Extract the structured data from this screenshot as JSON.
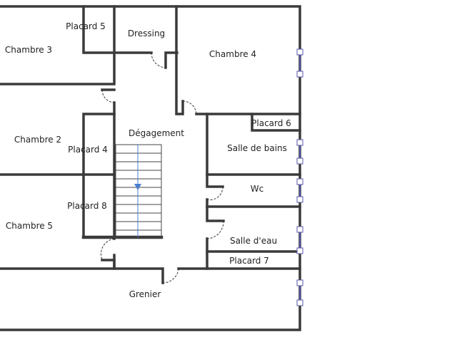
{
  "plan": {
    "rooms": {
      "chambre3": "Chambre 3",
      "placard5": "Placard 5",
      "dressing": "Dressing",
      "chambre4": "Chambre 4",
      "chambre2": "Chambre 2",
      "placard4": "Placard 4",
      "degagement": "Dégagement",
      "placard6": "Placard 6",
      "salle_de_bains": "Salle de bains",
      "wc": "Wc",
      "placard8": "Placard 8",
      "chambre5": "Chambre 5",
      "salle_eau": "Salle d'eau",
      "placard7": "Placard 7",
      "grenier": "Grenier"
    },
    "colors": {
      "wall": "#3a3a3a",
      "stair_arrow": "#4a7fd0",
      "window": "#5555aa"
    }
  }
}
